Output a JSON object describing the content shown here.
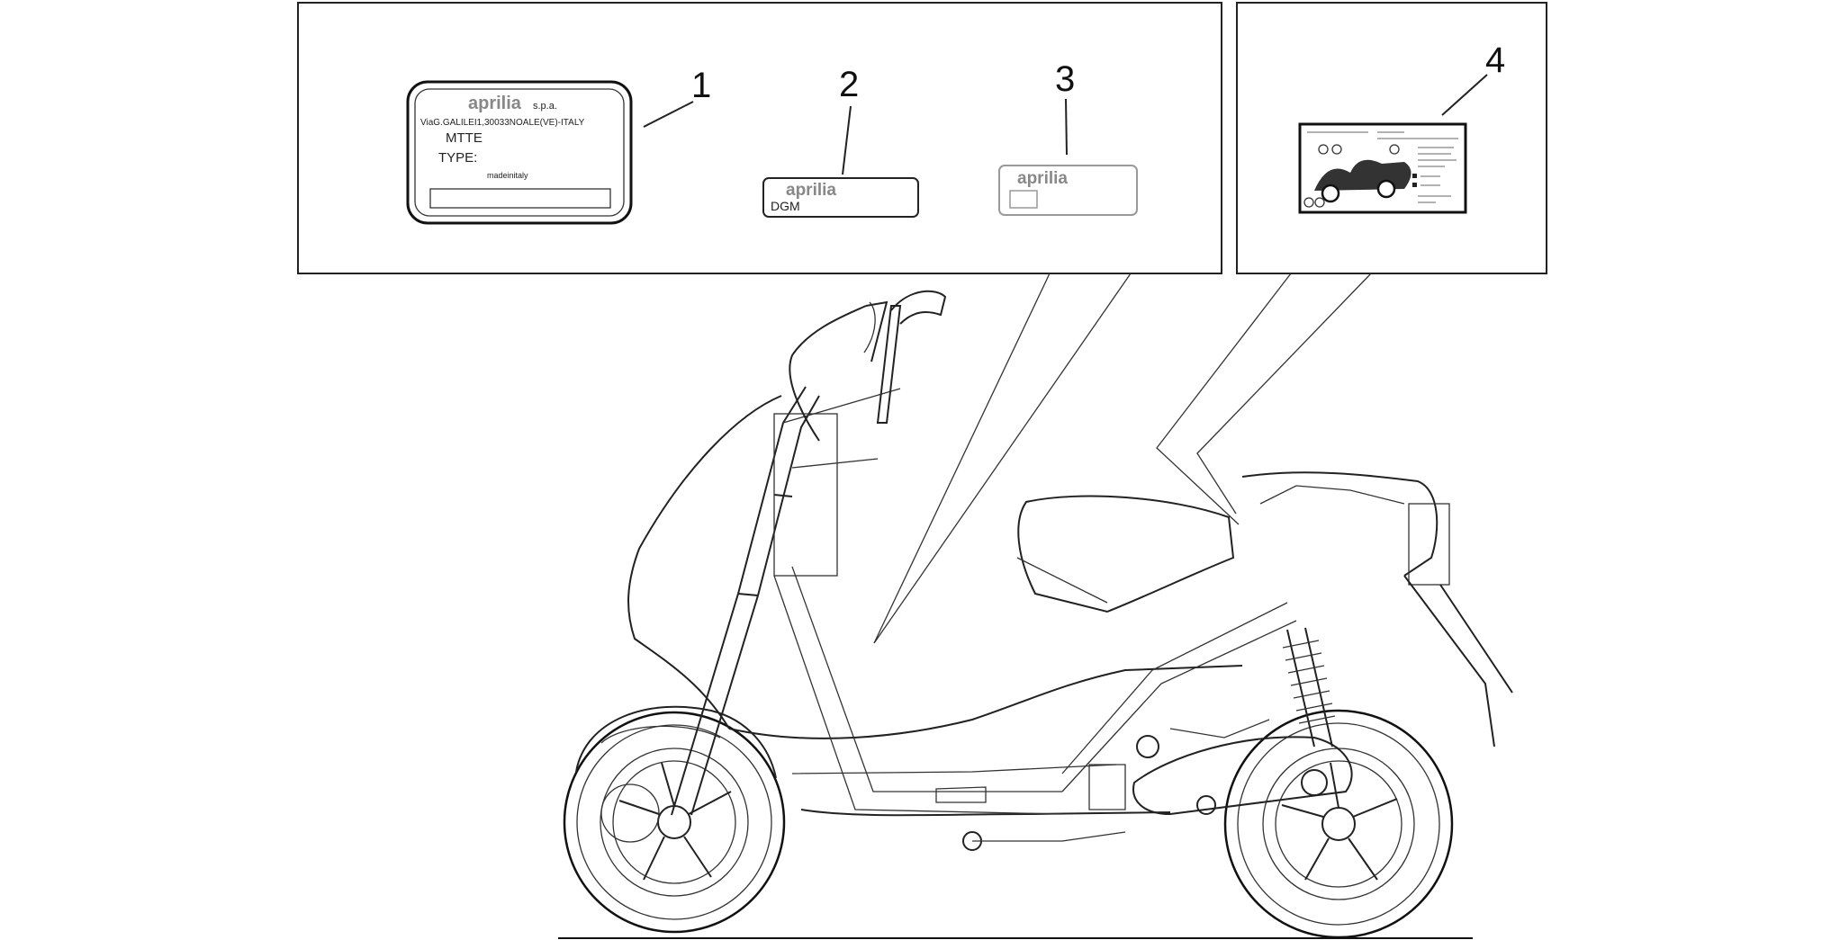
{
  "callouts": [
    "1",
    "2",
    "3",
    "4"
  ],
  "plate_1": {
    "brand": "aprilia",
    "suffix": "s.p.a.",
    "address": "ViaG.GALILEI1,30033NOALE(VE)-ITALY",
    "field_1": "MTTE",
    "field_2": "TYPE:",
    "origin": "madeinitaly"
  },
  "plate_2": {
    "brand": "aprilia",
    "code": "DGM"
  },
  "plate_3": {
    "brand": "aprilia"
  },
  "colors": {
    "line": "#222222",
    "logo_gray": "#888888",
    "background": "#ffffff"
  }
}
